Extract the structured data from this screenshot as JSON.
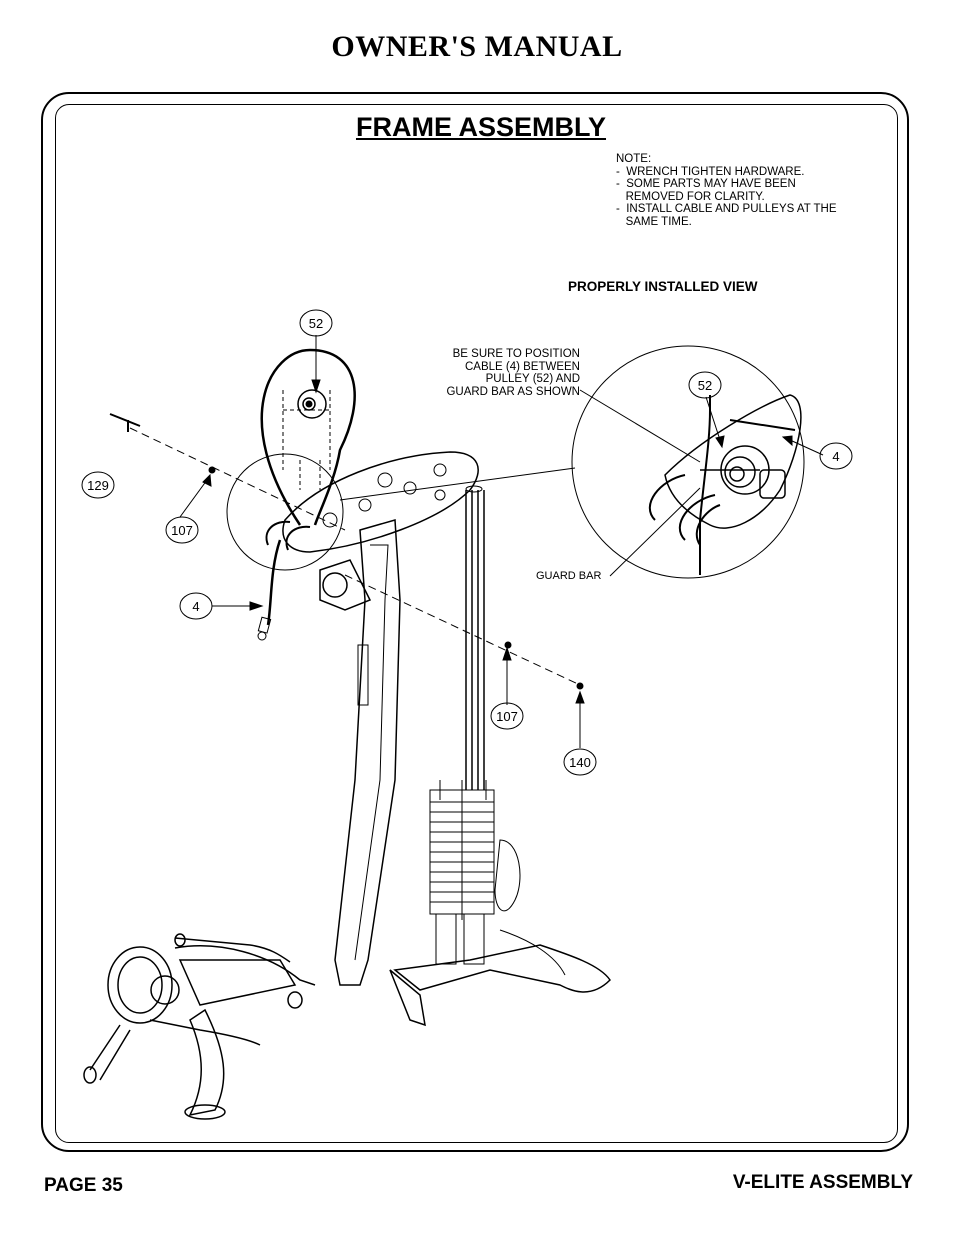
{
  "header": {
    "title": "OWNER'S MANUAL"
  },
  "section": {
    "title": "FRAME ASSEMBLY"
  },
  "note": {
    "text": "NOTE:\n-  WRENCH TIGHTEN HARDWARE.\n-  SOME PARTS MAY HAVE BEEN\n   REMOVED FOR CLARITY.\n-  INSTALL CABLE AND PULLEYS AT THE\n   SAME TIME."
  },
  "detail": {
    "title": "PROPERLY INSTALLED VIEW",
    "callout_line1": "BE SURE TO POSITION",
    "callout_line2": "CABLE (4) BETWEEN",
    "callout_line3": "PULLEY (52) AND",
    "callout_line4": "GUARD BAR AS SHOWN",
    "guard_bar_label": "GUARD BAR"
  },
  "parts": {
    "p52_main": "52",
    "p129": "129",
    "p107_left": "107",
    "p4_left": "4",
    "p52_detail": "52",
    "p4_detail": "4",
    "p107_right": "107",
    "p140": "140"
  },
  "footer": {
    "page": "PAGE 35",
    "doc": "V-ELITE ASSEMBLY"
  }
}
